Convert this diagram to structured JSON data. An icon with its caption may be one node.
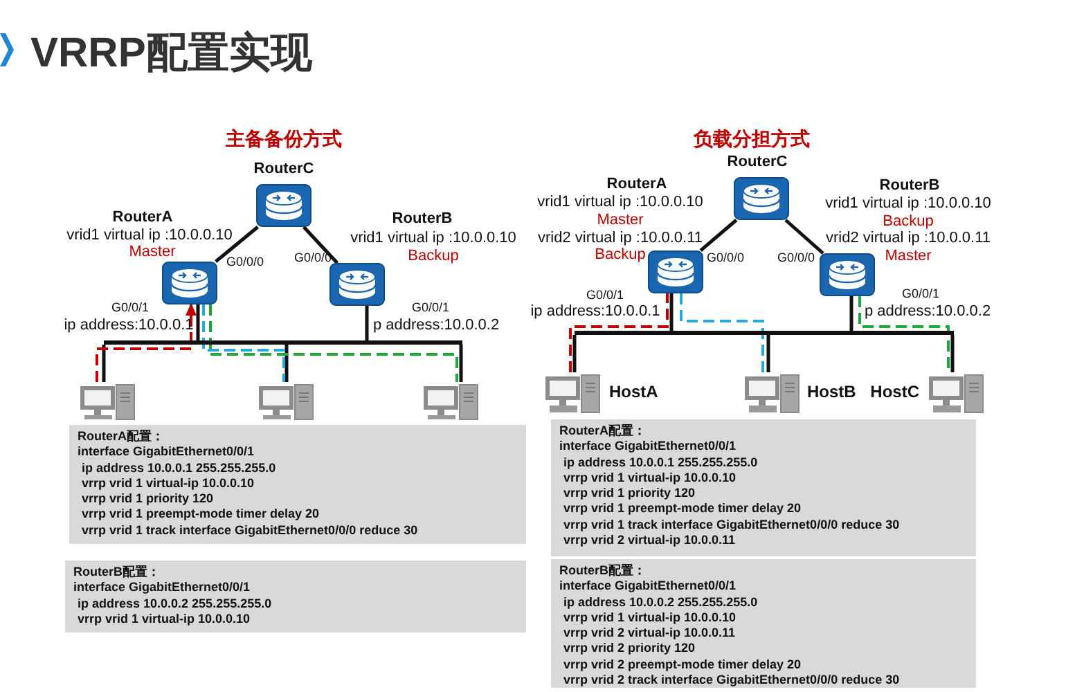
{
  "diagram": {
    "title": "VRRP配置实现",
    "nodes": [
      {
        "text": [
          "RouterC"
        ]
      },
      {
        "text": [
          "RouterA"
        ],
        "beside": [
          "vrid1 virtual ip :10.0.0.10",
          "Master",
          "G0/0/0",
          "G0/0/1",
          "ip address:10.0.0.1"
        ]
      },
      {
        "text": [
          "RouterB"
        ],
        "beside": [
          "vrid1 virtual ip :10.0.0.10",
          "Backup",
          "G0/0/0",
          "G0/0/1",
          "p address:10.0.0.2"
        ]
      },
      {
        "text": [],
        "shape": "bar"
      },
      {
        "text": [],
        "shape": "picture"
      },
      {
        "text": [],
        "shape": "picture"
      },
      {
        "text": [],
        "shape": "picture"
      },
      {
        "text": [
          "RouterA配置：",
          "interface GigabitEthernet0/0/1",
          "ip address 10.0.0.1 255.255.255.0",
          "vrrp vrid 1 virtual-ip 10.0.0.10",
          "vrrp vrid 1 priority 120",
          "vrrp vrid 1 preempt-mode timer delay 20",
          "vrrp vrid 1 track interface GigabitEthernet0/0/0 reduce 30"
        ]
      },
      {
        "text": [
          "RouterB配置：",
          "interface GigabitEthernet0/0/1",
          "ip address 10.0.0.2 255.255.255.0",
          "vrrp vrid 1 virtual-ip 10.0.0.10"
        ]
      },
      {
        "text": [
          "RouterC"
        ]
      },
      {
        "text": [
          "RouterA"
        ],
        "beside": [
          "vrid1 virtual ip :10.0.0.10",
          "Master",
          "vrid2 virtual ip :10.0.0.11",
          "Backup",
          "G0/0/0",
          "G0/0/1",
          "ip address:10.0.0.1"
        ]
      },
      {
        "text": [
          "RouterB"
        ],
        "beside": [
          "vrid1 virtual ip :10.0.0.10",
          "Backup",
          "vrid2 virtual ip :10.0.0.11",
          "Master",
          "G0/0/0",
          "G0/0/1",
          "p address:10.0.0.2"
        ]
      },
      {
        "text": [],
        "shape": "bar"
      },
      {
        "text": [
          "HostA"
        ]
      },
      {
        "text": [
          "HostB"
        ]
      },
      {
        "text": [
          "HostC"
        ]
      },
      {
        "text": [
          "RouterA配置：",
          "interface GigabitEthernet0/0/1",
          "ip address 10.0.0.1 255.255.255.0",
          "vrrp vrid 1 virtual-ip 10.0.0.10",
          "vrrp vrid 1 priority 120",
          "vrrp vrid 1 preempt-mode timer delay 20",
          "vrrp vrid 1 track interface GigabitEthernet0/0/0 reduce 30",
          "vrrp vrid 2 virtual-ip 10.0.0.11"
        ]
      },
      {
        "text": [
          "RouterB配置：",
          "interface GigabitEthernet0/0/1",
          "ip address 10.0.0.2 255.255.255.0",
          "vrrp vrid 1 virtual-ip 10.0.0.10",
          "vrrp vrid 2 virtual-ip 10.0.0.11",
          "vrrp vrid 2 priority 120",
          "vrrp vrid 2 preempt-mode timer delay 20",
          "vrrp vrid 2 track interface GigabitEthernet0/0/0 reduce 30"
        ]
      }
    ],
    "edges": [
      {
        "from": 0,
        "to": 1,
        "arrow": "none"
      },
      {
        "from": 0,
        "to": 2,
        "arrow": "none"
      },
      {
        "from": 1,
        "to": 3,
        "arrow": "none"
      },
      {
        "from": 2,
        "to": 3,
        "arrow": "none"
      },
      {
        "from": 3,
        "to": 4,
        "arrow": "none"
      },
      {
        "from": 3,
        "to": 5,
        "arrow": "none"
      },
      {
        "from": 3,
        "to": 6,
        "arrow": "none"
      },
      {
        "from": 4,
        "to": 1,
        "arrow": "to",
        "style": "dashed",
        "color": "#c00000"
      },
      {
        "from": 1,
        "to": 5,
        "arrow": "none",
        "style": "dashed",
        "color": "#29a8e0"
      },
      {
        "from": 1,
        "to": 6,
        "arrow": "none",
        "style": "dashed",
        "color": "#1fa83c"
      },
      {
        "from": 9,
        "to": 10,
        "arrow": "none"
      },
      {
        "from": 9,
        "to": 11,
        "arrow": "none"
      },
      {
        "from": 10,
        "to": 12,
        "arrow": "none"
      },
      {
        "from": 11,
        "to": 12,
        "arrow": "none"
      },
      {
        "from": 12,
        "to": 13,
        "arrow": "none"
      },
      {
        "from": 12,
        "to": 14,
        "arrow": "none"
      },
      {
        "from": 12,
        "to": 15,
        "arrow": "none"
      },
      {
        "from": 13,
        "to": 10,
        "arrow": "none",
        "style": "dashed",
        "color": "#c00000"
      },
      {
        "from": 10,
        "to": 14,
        "arrow": "none",
        "style": "dashed",
        "color": "#29a8e0"
      },
      {
        "from": 11,
        "to": 15,
        "arrow": "none",
        "style": "dashed",
        "color": "#1fa83c"
      }
    ],
    "labels": [
      "主备备份方式",
      "负载分担方式"
    ]
  }
}
